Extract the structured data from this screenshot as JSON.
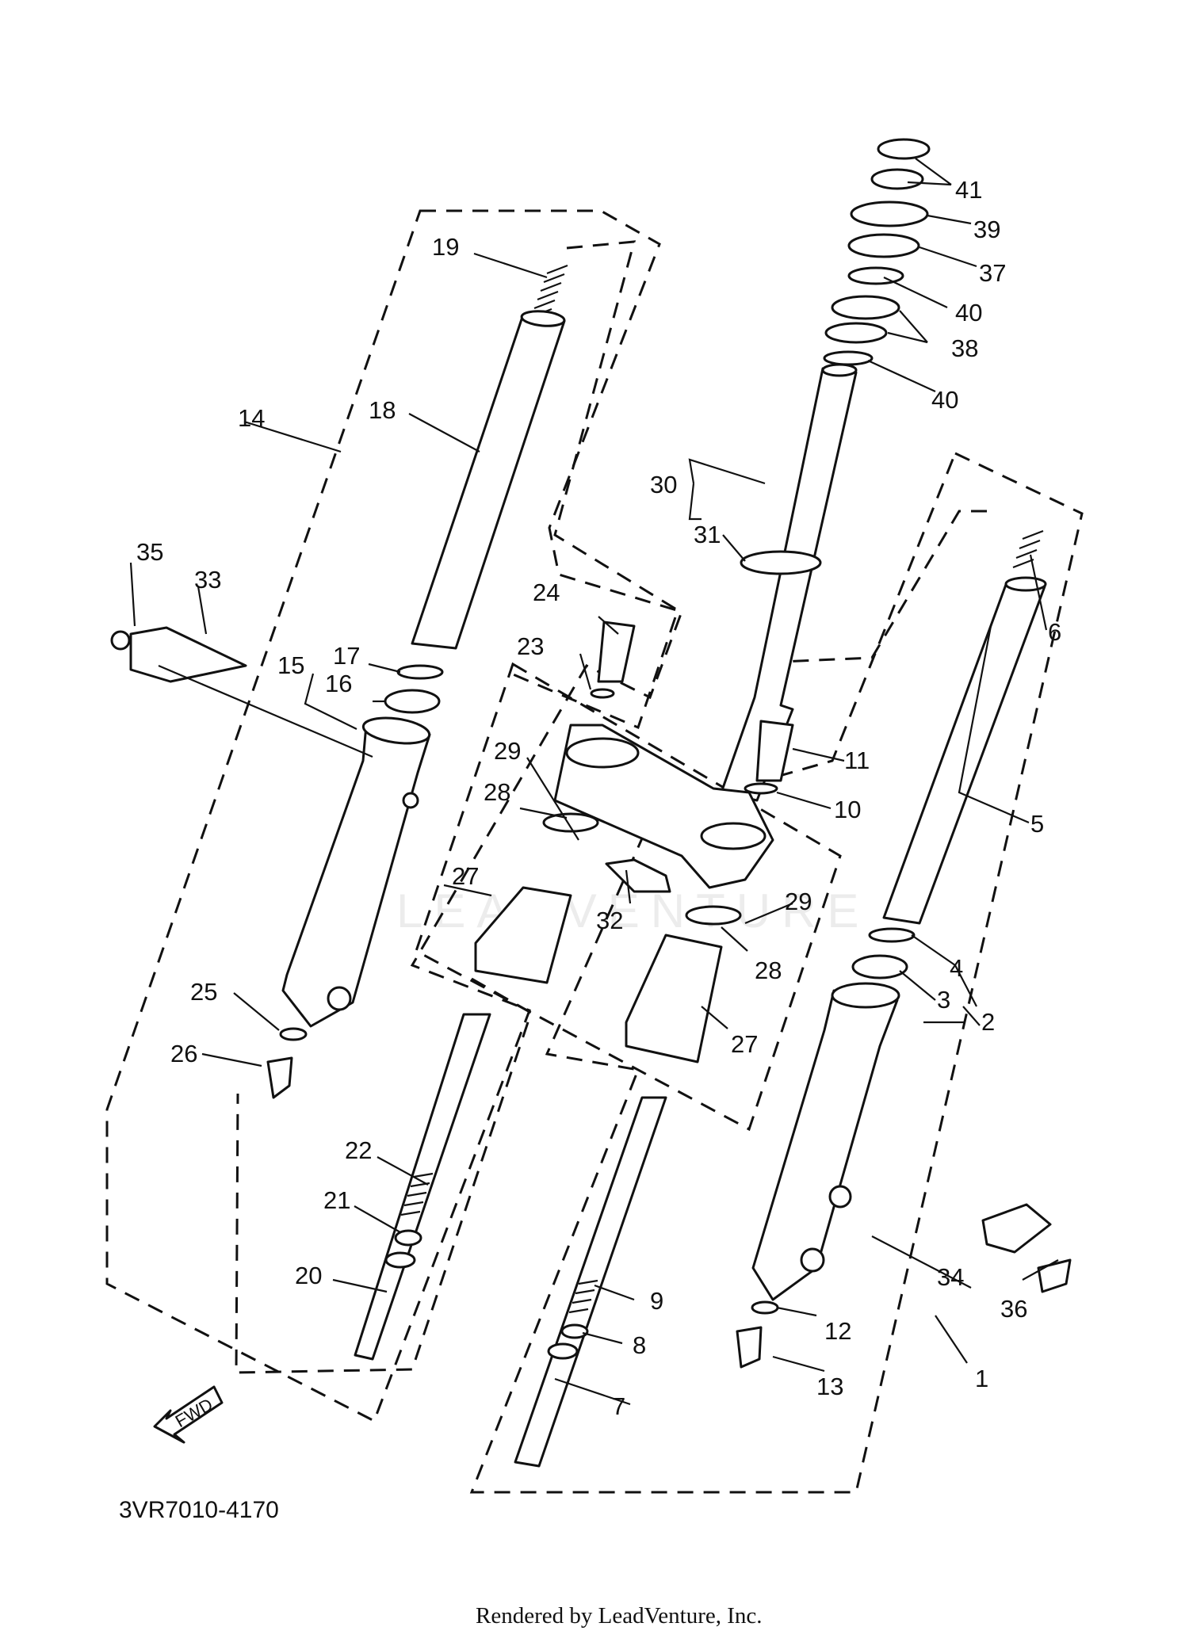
{
  "diagram": {
    "drawing_code": "3VR7010-4170",
    "credit": "Rendered by LeadVenture, Inc.",
    "watermark": "LEADVENTURE",
    "fwd_label": "FWD",
    "callouts": [
      "1",
      "2",
      "3",
      "4",
      "5",
      "6",
      "7",
      "8",
      "9",
      "10",
      "11",
      "12",
      "13",
      "14",
      "15",
      "16",
      "17",
      "18",
      "19",
      "20",
      "21",
      "22",
      "23",
      "24",
      "25",
      "26",
      "27",
      "27",
      "28",
      "28",
      "29",
      "29",
      "30",
      "31",
      "32",
      "33",
      "34",
      "35",
      "36",
      "37",
      "38",
      "39",
      "40",
      "40",
      "41"
    ]
  }
}
